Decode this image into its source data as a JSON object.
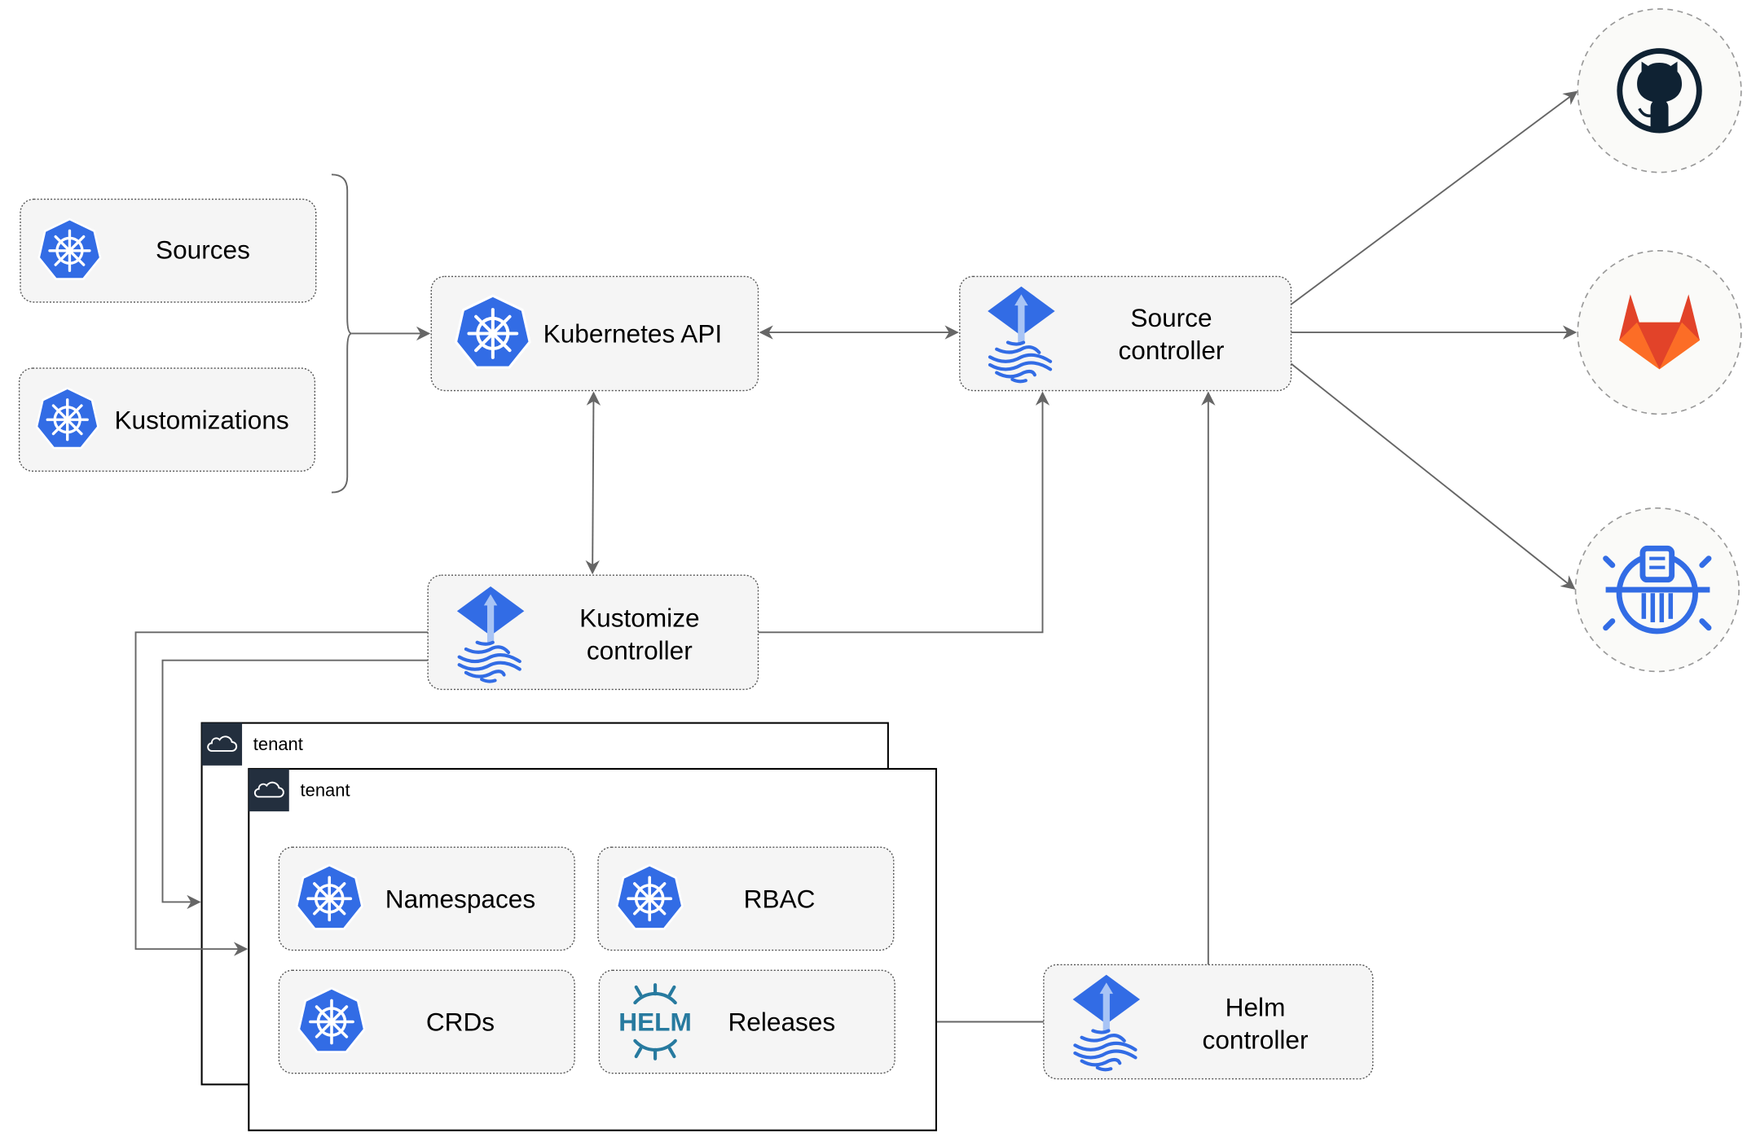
{
  "inputs": {
    "sources": "Sources",
    "kustomizations": "Kustomizations"
  },
  "nodes": {
    "kubernetes_api": "Kubernetes API",
    "source_controller": [
      "Source",
      "controller"
    ],
    "kustomize_controller": [
      "Kustomize",
      "controller"
    ],
    "helm_controller": [
      "Helm",
      "controller"
    ]
  },
  "tenants": [
    {
      "label": "tenant"
    },
    {
      "label": "tenant"
    }
  ],
  "tenant_resources": {
    "namespaces": "Namespaces",
    "rbac": "RBAC",
    "crds": "CRDs",
    "releases": "Releases"
  },
  "helm_logo_text": "HELM",
  "external_sources": [
    {
      "icon": "github-icon"
    },
    {
      "icon": "gitlab-icon"
    },
    {
      "icon": "harbor-registry-icon"
    }
  ],
  "colors": {
    "kubernetes_blue": "#326ce5",
    "helm_blue": "#277a9f",
    "gitlab_orange": "#e24329",
    "github_dark": "#0f2233",
    "connector": "#666666"
  }
}
